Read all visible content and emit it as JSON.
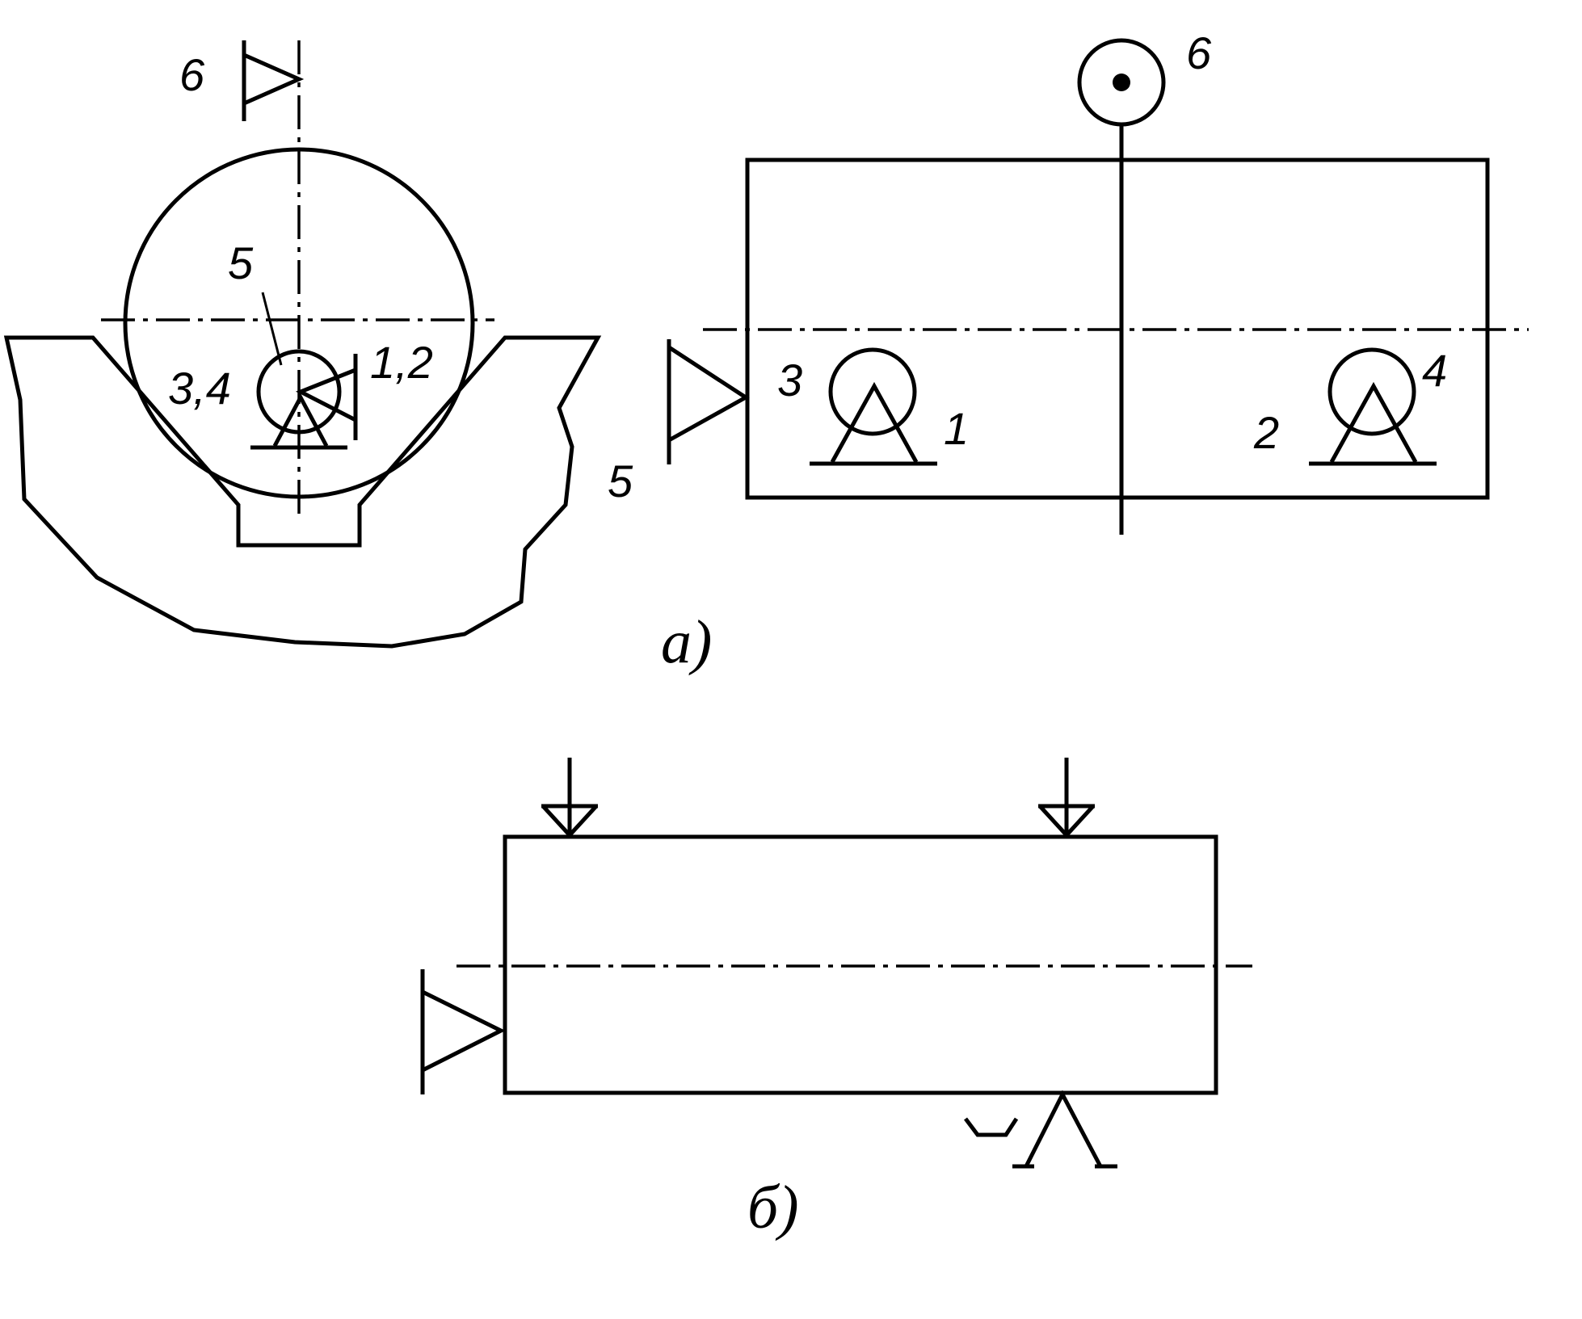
{
  "view_a": {
    "caption": "а)",
    "left_view": {
      "label_6": "6",
      "label_5": "5",
      "label_34": "3,4",
      "label_12": "1,2"
    },
    "right_view": {
      "label_6": "6",
      "label_5": "5",
      "label_3": "3",
      "label_1": "1",
      "label_2": "2",
      "label_4": "4"
    }
  },
  "view_b": {
    "caption": "б)"
  }
}
